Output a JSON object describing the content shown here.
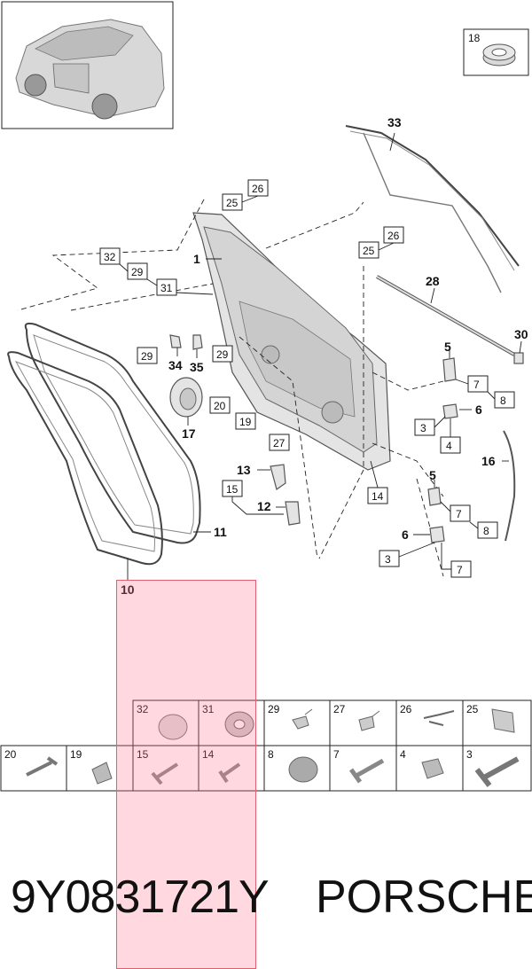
{
  "diagram": {
    "callouts": [
      "1",
      "3",
      "4",
      "5",
      "6",
      "7",
      "8",
      "10",
      "11",
      "12",
      "13",
      "14",
      "15",
      "16",
      "17",
      "18",
      "19",
      "20",
      "25",
      "26",
      "27",
      "28",
      "29",
      "30",
      "31",
      "32",
      "33",
      "34",
      "35"
    ],
    "label_1": "1",
    "label_3a": "3",
    "label_3b": "3",
    "label_4": "4",
    "label_5a": "5",
    "label_5b": "5",
    "label_6a": "6",
    "label_6b": "6",
    "label_7a": "7",
    "label_7b": "7",
    "label_7c": "7",
    "label_8a": "8",
    "label_8b": "8",
    "label_10": "10",
    "label_11": "11",
    "label_12": "12",
    "label_13": "13",
    "label_14": "14",
    "label_15": "15",
    "label_16": "16",
    "label_17": "17",
    "label_18": "18",
    "label_19": "19",
    "label_20": "20",
    "label_25a": "25",
    "label_25b": "25",
    "label_26a": "26",
    "label_26b": "26",
    "label_27": "27",
    "label_28": "28",
    "label_29a": "29",
    "label_29b": "29",
    "label_29c": "29",
    "label_30": "30",
    "label_31": "31",
    "label_32": "32",
    "label_33": "33",
    "label_34": "34",
    "label_35": "35"
  },
  "fastener_table": {
    "row1": [
      "32",
      "31",
      "29",
      "27",
      "26",
      "25"
    ],
    "row2": [
      "20",
      "19",
      "15",
      "14",
      "8",
      "7",
      "4",
      "3"
    ]
  },
  "part_number": "9Y0831721Y",
  "brand": "PORSCHE",
  "highlight_color": "#ffb3bf"
}
